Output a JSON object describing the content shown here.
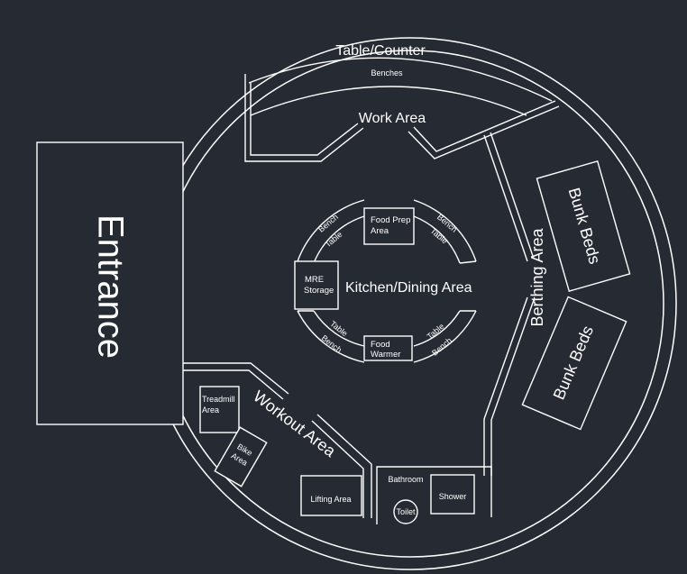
{
  "colors": {
    "background": "#252a33",
    "lines": "#ffffff"
  },
  "labels": {
    "table_counter": "Table/Counter",
    "benches": "Benches",
    "work_area": "Work Area",
    "entrance": "Entrance",
    "kitchen_dining": "Kitchen/Dining Area",
    "food_prep_1": "Food Prep",
    "food_prep_2": "Area",
    "food_warmer_1": "Food",
    "food_warmer_2": "Warmer",
    "mre_1": "MRE",
    "mre_2": "Storage",
    "bench": "Bench",
    "table": "Table",
    "berthing_area": "Berthing Area",
    "bunk_beds": "Bunk Beds",
    "workout_area": "Workout Area",
    "treadmill_1": "Treadmill",
    "treadmill_2": "Area",
    "bike_1": "Bike",
    "bike_2": "Area",
    "lifting_area": "Lifting Area",
    "bathroom": "Bathroom",
    "shower": "Shower",
    "toilet": "Toilet"
  }
}
